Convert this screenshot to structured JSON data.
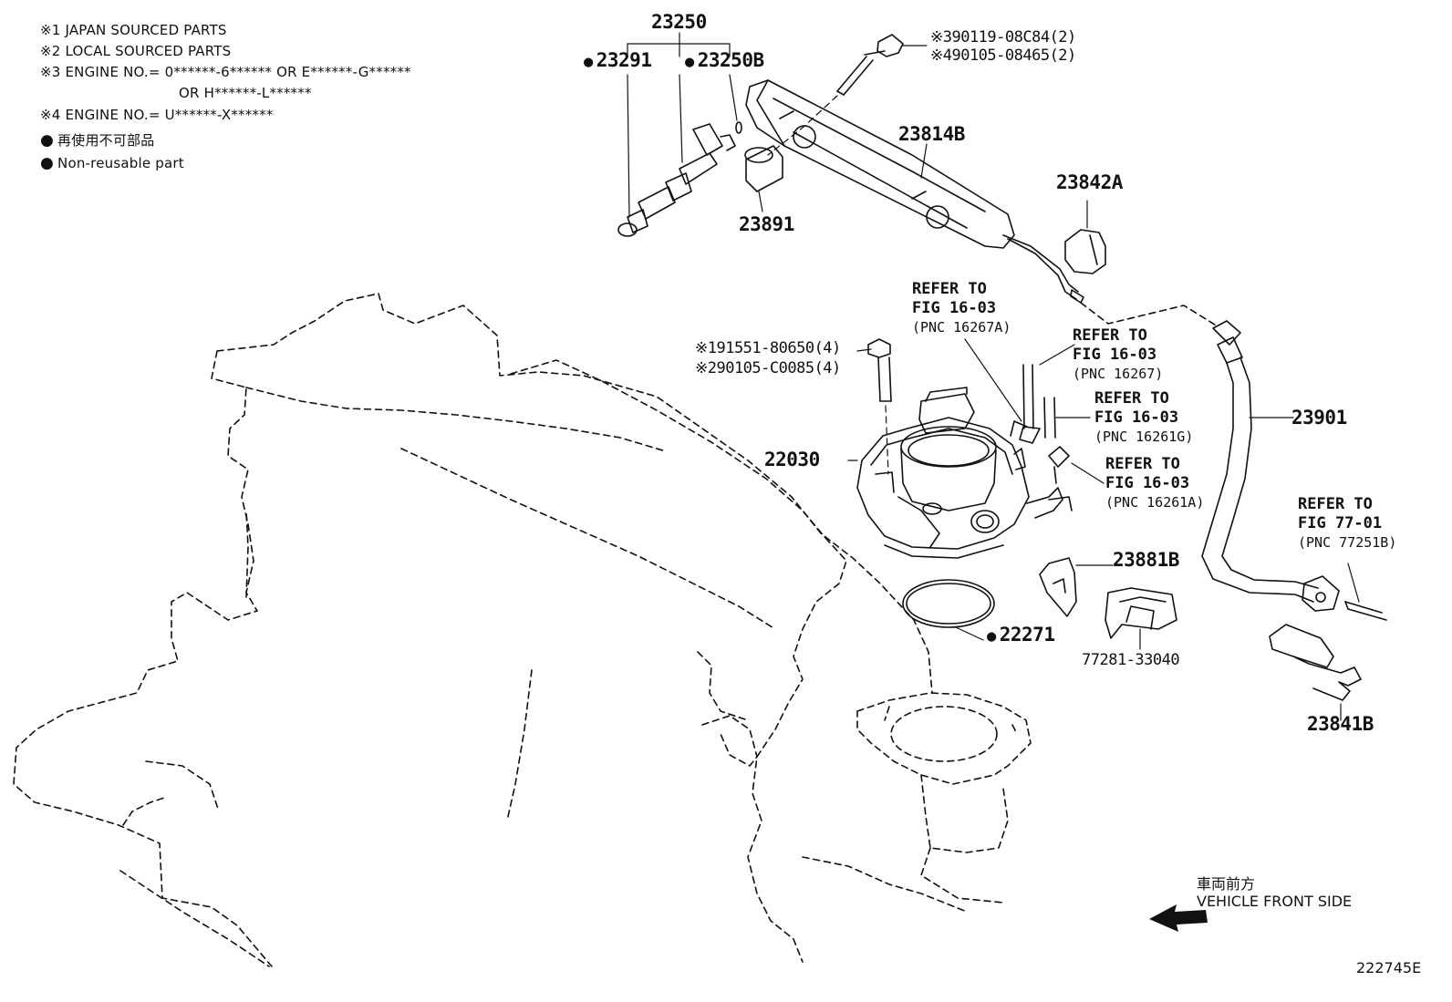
{
  "notes": {
    "n1": "※1 JAPAN SOURCED PARTS",
    "n2": "※2 LOCAL SOURCED PARTS",
    "n3a": "※3 ENGINE NO.= 0******-6****** OR E******-G******",
    "n3b": "OR H******-L******",
    "n4": "※4 ENGINE NO.= U******-X******",
    "legend_jp": "再使用不可部品",
    "legend_en": "Non-reusable part"
  },
  "parts": {
    "p23250": "23250",
    "p23291": "23291",
    "p23250b": "23250B",
    "p23891": "23891",
    "p23814b": "23814B",
    "p23842a": "23842A",
    "p23901": "23901",
    "p22030": "22030",
    "p22271": "22271",
    "p23881b": "23881B",
    "p77281": "77281-33040",
    "p23841b": "23841B"
  },
  "bolts": {
    "b1": "※390119-08C84(2)",
    "b2": "※490105-08465(2)",
    "b3": "※191551-80650(4)",
    "b4": "※290105-C0085(4)"
  },
  "refs": {
    "r1": {
      "l1": "REFER TO",
      "l2": "FIG 16-03",
      "l3": "(PNC 16267A)"
    },
    "r2": {
      "l1": "REFER TO",
      "l2": "FIG 16-03",
      "l3": "(PNC 16267)"
    },
    "r3": {
      "l1": "REFER TO",
      "l2": "FIG 16-03",
      "l3": "(PNC 16261G)"
    },
    "r4": {
      "l1": "REFER TO",
      "l2": "FIG 16-03",
      "l3": "(PNC 16261A)"
    },
    "r5": {
      "l1": "REFER TO",
      "l2": "FIG 77-01",
      "l3": "(PNC 77251B)"
    }
  },
  "footer": {
    "front_jp": "車両前方",
    "front_en": "VEHICLE FRONT SIDE",
    "diagram_id": "222745E"
  }
}
